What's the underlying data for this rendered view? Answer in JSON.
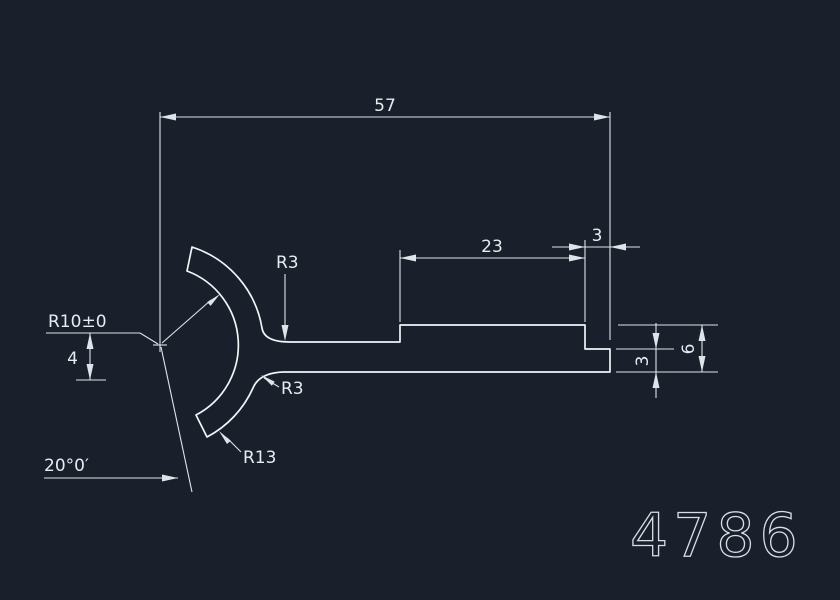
{
  "colors": {
    "background": "#19202b",
    "line": "#e8ebef"
  },
  "dimensions": {
    "overall_width": "57",
    "step_length": "23",
    "end_offset": "3",
    "end_thickness": "3",
    "overall_height": "6",
    "left_thickness": "4",
    "fillet_upper": "R3",
    "fillet_lower": "R3",
    "main_radius": "R10±0",
    "prong_radius": "R13",
    "angle": "20°0′"
  },
  "part_number": "4786"
}
